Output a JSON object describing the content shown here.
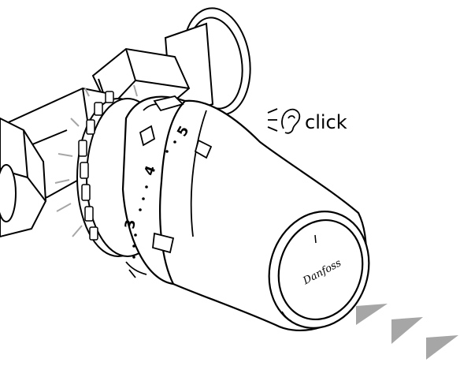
{
  "annotation": {
    "label": "click",
    "icon": "ear-sound-icon"
  },
  "dial": {
    "numbers": [
      "3",
      "4",
      "5"
    ]
  },
  "brand": {
    "logo_text": "Danfoss"
  },
  "arrows": {
    "icon": "triangle-right-icon",
    "count": 3,
    "color": "#a6a6a6"
  },
  "colors": {
    "line": "#000000",
    "fill": "#ffffff",
    "motion": "#a6a6a6"
  }
}
